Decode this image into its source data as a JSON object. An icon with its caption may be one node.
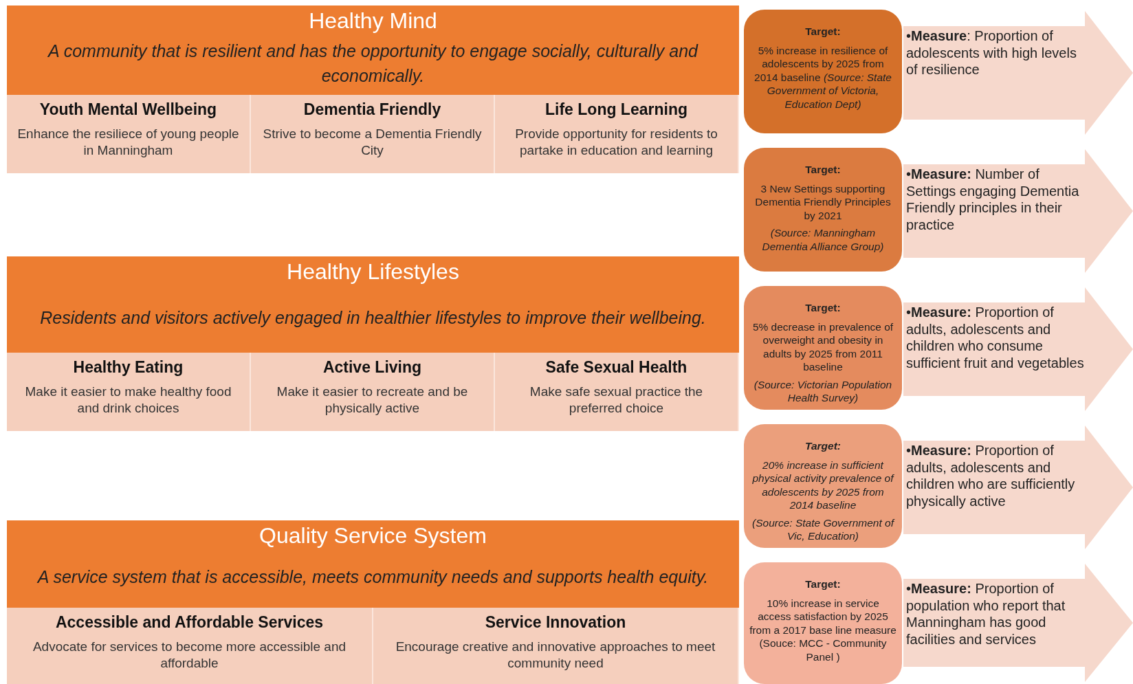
{
  "diagram": {
    "nodes": [
      {
        "text": [
          "Healthy Mind",
          "A community that is resilient and has the opportunity to engage socially, culturally and economically."
        ]
      },
      {
        "text": [
          "Youth Mental Wellbeing",
          "Enhance the resiliece of young people in Manningham"
        ]
      },
      {
        "text": [
          "Dementia Friendly",
          "Strive to become a Dementia Friendly City"
        ]
      },
      {
        "text": [
          "Life Long Learning",
          "Provide opportunity for residents to partake in education and learning"
        ]
      },
      {
        "text": [
          "Healthy Lifestyles",
          "Residents and visitors actively engaged in healthier lifestyles to improve their wellbeing."
        ]
      },
      {
        "text": [
          "Healthy Eating",
          "Make it easier to make healthy food and drink choices"
        ]
      },
      {
        "text": [
          "Active Living",
          "Make it easier to recreate and be physically active"
        ]
      },
      {
        "text": [
          "Safe Sexual Health",
          "Make safe sexual practice the preferred choice"
        ]
      },
      {
        "text": [
          "Quality Service System",
          "A service system that is accessible, meets community needs and supports health equity."
        ]
      },
      {
        "text": [
          "Accessible and Affordable Services",
          "Advocate for services to become more accessible and affordable"
        ]
      },
      {
        "text": [
          "Service Innovation",
          "Encourage creative and innovative approaches to meet community need"
        ]
      },
      {
        "text": [
          "Target:",
          "5% increase in resilience of adolescents by 2025 from 2014 baseline *(Source: State Government of Victoria, Education Dept)*"
        ]
      },
      {
        "text": [
          "Target:",
          "3 New Settings supporting Dementia Friendly Principles by 2021",
          "(Source: Manningham Dementia Alliance Group)"
        ]
      },
      {
        "text": [
          "Target:",
          "5% decrease in prevalence of overweight and obesity in adults by 2025 from 2011 baseline",
          "(Source: Victorian Population Health Survey)"
        ]
      },
      {
        "text": [
          "Target:",
          "20% increase in sufficient physical activity prevalence of adolescents by 2025 from 2014 baseline",
          "(Source: State Government of Vic, Education)"
        ]
      },
      {
        "text": [
          "Target:",
          "10% increase in service access satisfaction by 2025 from a 2017 base line measure (Souce: MCC - Community Panel )"
        ]
      },
      {
        "text": [
          "•**Measure**: Proportion of adolescents with high levels of resilience"
        ]
      },
      {
        "text": [
          "•**Measure:** Number of Settings engaging Dementia Friendly principles in their practice"
        ]
      },
      {
        "text": [
          "•**Measure:** Proportion of adults, adolescents and children who consume sufficient fruit and vegetables"
        ]
      },
      {
        "text": [
          "•**Measure:** Proportion of adults, adolescents and children who are sufficiently physically active"
        ]
      },
      {
        "text": [
          "•**Measure:** Proportion of population who report that Manningham has good facilities and services"
        ]
      }
    ]
  }
}
